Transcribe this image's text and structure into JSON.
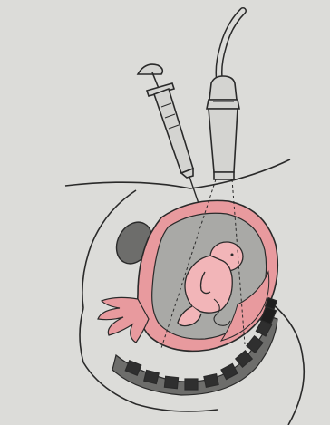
{
  "figure": {
    "background_color": "#dcdcd9",
    "line_color": "#2a2a2a",
    "uterus_color": "#e89a9e",
    "fetus_color": "#f2b5b8",
    "fluid_color": "#a9a9a6",
    "dark_organ_color": "#6d6d6b",
    "parts": [
      "ultrasound-transducer",
      "transducer-cable",
      "amniocentesis-syringe",
      "needle",
      "ultrasound-beam",
      "abdominal-wall",
      "maternal-bladder",
      "uterus",
      "amniotic-fluid",
      "fetus",
      "placenta",
      "spine"
    ]
  }
}
